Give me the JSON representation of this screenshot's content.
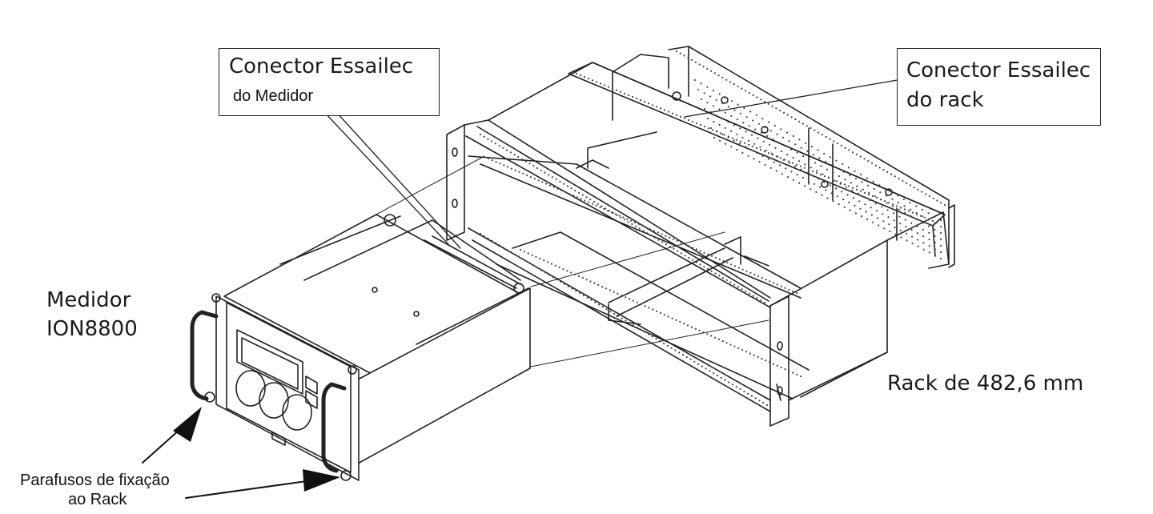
{
  "callouts": {
    "meter_connector": {
      "line1": "Conector Essailec",
      "line2": "do Medidor"
    },
    "rack_connector": {
      "line1": "Conector Essailec",
      "line2": "do  rack"
    },
    "meter": {
      "line1": "Medidor",
      "line2": "ION8800"
    },
    "rack": {
      "label": "Rack de 482,6 mm"
    },
    "screws": {
      "line1": "Parafusos de fixação",
      "line2": "ao Rack"
    }
  },
  "colors": {
    "line": "#222222",
    "fill": "#ffffff",
    "dots": "#444444"
  },
  "icons": [
    "arrow-icon",
    "screw-icon",
    "handle-icon",
    "display-icon"
  ]
}
